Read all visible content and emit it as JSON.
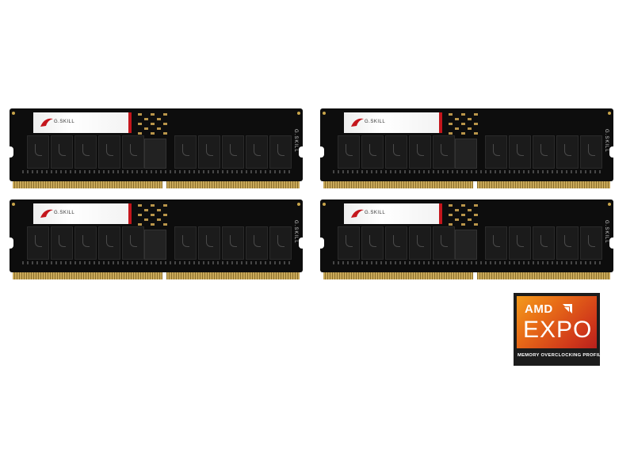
{
  "modules": [
    {
      "brand": "G.SKILL",
      "side_text": "G.SKILL"
    },
    {
      "brand": "G.SKILL",
      "side_text": "G.SKILL"
    },
    {
      "brand": "G.SKILL",
      "side_text": "G.SKILL"
    },
    {
      "brand": "G.SKILL",
      "side_text": "G.SKILL"
    }
  ],
  "badge": {
    "brand": "AMD",
    "product": "EXPO",
    "tagline": "MEMORY OVERCLOCKING PROFILE",
    "colors": {
      "gradient_start": "#f39a1b",
      "gradient_end": "#b8201c",
      "frame": "#1c1c1c"
    },
    "icon": "amd-arrow-icon"
  }
}
